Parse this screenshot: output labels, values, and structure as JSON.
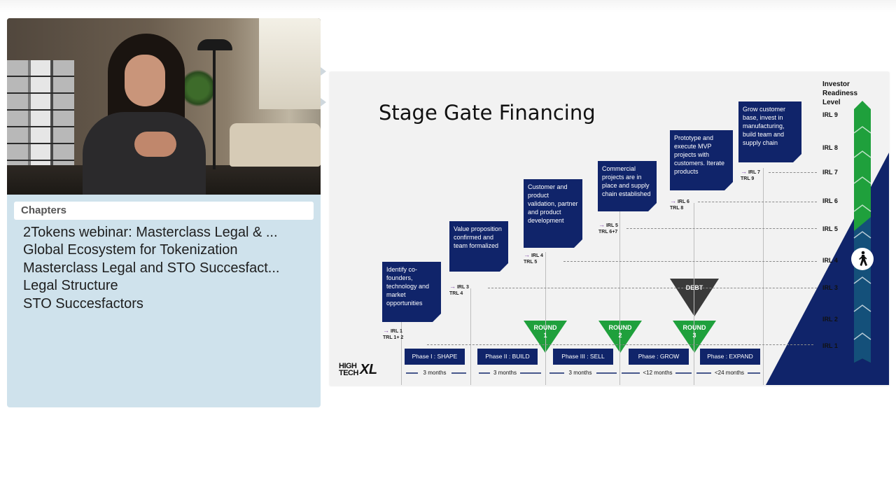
{
  "chapters": {
    "header": "Chapters",
    "items": [
      "2Tokens webinar: Masterclass Legal & ...",
      "Global Ecosystem for Tokenization",
      "Masterclass Legal and STO Succesfact...",
      "Legal Structure",
      "STO Succesfactors"
    ]
  },
  "slide": {
    "title": "Stage Gate Financing",
    "irl_heading": "Investor Readiness Level",
    "boxes": [
      "Identify co-founders, technology and market opportunities",
      "Value proposition confirmed and team formalized",
      "Customer and product validation, partner and product development",
      "Commercial projects are in place and supply chain established",
      "Prototype and execute MVP projects with customers. Iterate products",
      "Grow customer base, invest in manufacturing, build team and supply chain"
    ],
    "levels": [
      {
        "irl": "IRL 1",
        "trl": "TRL 1+ 2"
      },
      {
        "irl": "IRL 3",
        "trl": "TRL 4"
      },
      {
        "irl": "IRL 4",
        "trl": "TRL 5"
      },
      {
        "irl": "IRL 5",
        "trl": "TRL 6+7"
      },
      {
        "irl": "IRL 6",
        "trl": "TRL 8"
      },
      {
        "irl": "IRL 7",
        "trl": "TRL 9"
      }
    ],
    "irl_scale": [
      "IRL 9",
      "IRL 8",
      "IRL 7",
      "IRL 6",
      "IRL 5",
      "IRL 4",
      "IRL 3",
      "IRL 2",
      "IRL 1"
    ],
    "phases": [
      "Phase I : SHAPE",
      "Phase II : BUILD",
      "Phase III : SELL",
      "Phase : GROW",
      "Phase : EXPAND"
    ],
    "durations": [
      "3 months",
      "3 months",
      "3 months",
      "<12 months",
      "<24 months"
    ],
    "rounds": [
      {
        "label": "ROUND",
        "num": "1"
      },
      {
        "label": "ROUND",
        "num": "2"
      },
      {
        "label": "ROUND",
        "num": "3"
      }
    ],
    "debt": "DEBT",
    "logo_top": "HIGH",
    "logo_bottom": "TECH",
    "logo_xl": "XL",
    "colors": {
      "navy": "#10246a",
      "green": "#1fa03c",
      "debt": "#3a3a3a"
    }
  }
}
